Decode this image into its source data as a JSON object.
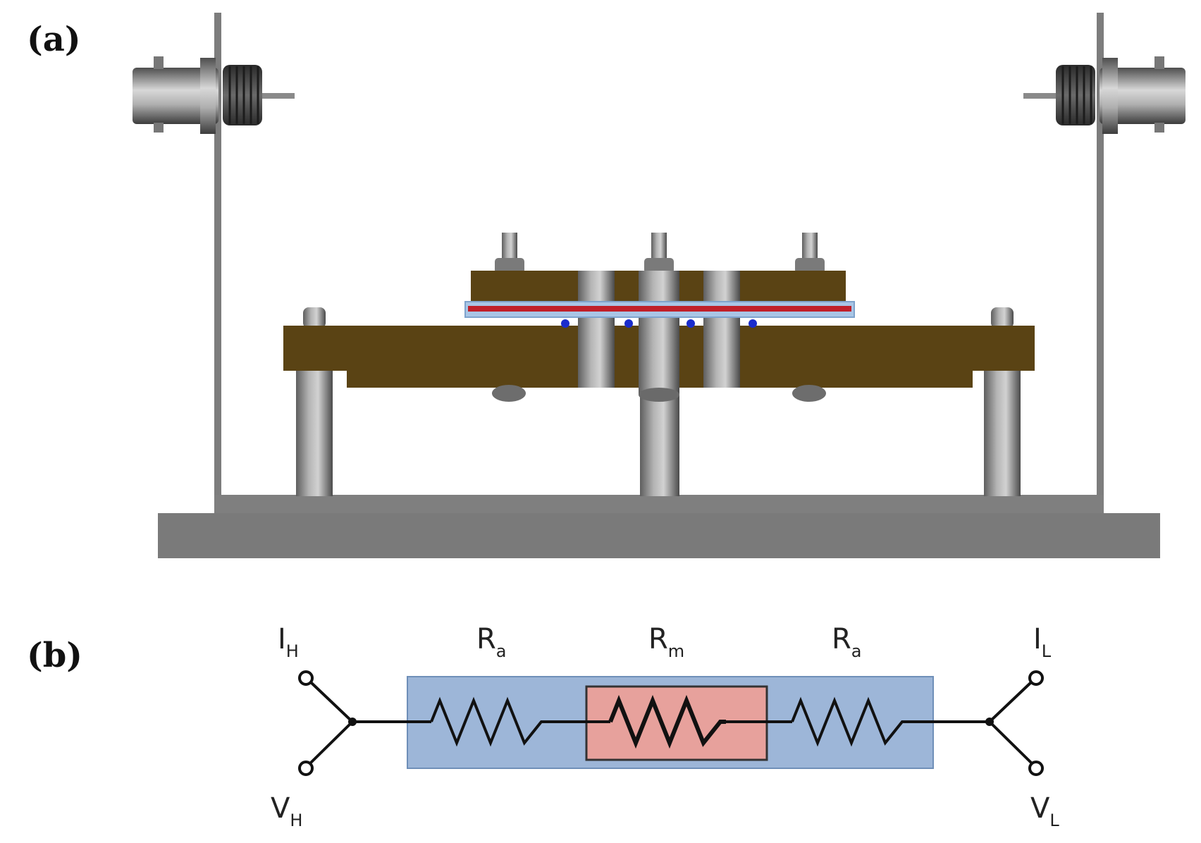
{
  "panel_a": {
    "label": "(a)"
  },
  "panel_b": {
    "label": "(b)",
    "terminals": {
      "i_high": {
        "main": "I",
        "sub": "H"
      },
      "v_high": {
        "main": "V",
        "sub": "H"
      },
      "i_low": {
        "main": "I",
        "sub": "L"
      },
      "v_low": {
        "main": "V",
        "sub": "L"
      }
    },
    "resistors": {
      "left": {
        "main": "R",
        "sub": "a"
      },
      "middle": {
        "main": "R",
        "sub": "m"
      },
      "right": {
        "main": "R",
        "sub": "a"
      }
    }
  },
  "colors": {
    "wood": "#5a4314",
    "metal": "#8d8d8d",
    "base": "#7a7a7a",
    "sample_red": "#c0202a",
    "sample_blue": "#a9c6e6",
    "contact_dot": "#1a2ccc",
    "circuit_blue": "#9db6d8",
    "circuit_red": "#e7a19c",
    "wire": "#111111"
  }
}
